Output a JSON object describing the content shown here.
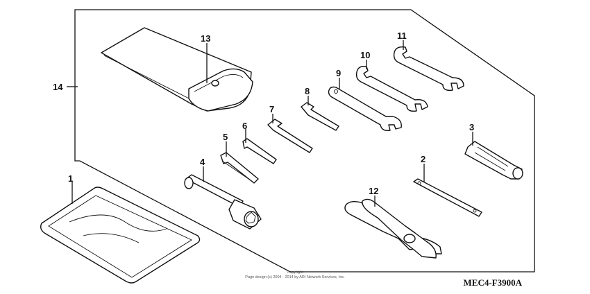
{
  "diagram": {
    "callouts": {
      "c1": "1",
      "c2": "2",
      "c3": "3",
      "c4": "4",
      "c5": "5",
      "c6": "6",
      "c7": "7",
      "c8": "8",
      "c9": "9",
      "c10": "10",
      "c11": "11",
      "c12": "12",
      "c13": "13",
      "c14": "14"
    },
    "copyright_line1": "Copyright",
    "copyright_line2": "Page design (c) 2004 - 2014 by ARI Network Services, Inc.",
    "diagram_code": "MEC4-F3900A"
  }
}
